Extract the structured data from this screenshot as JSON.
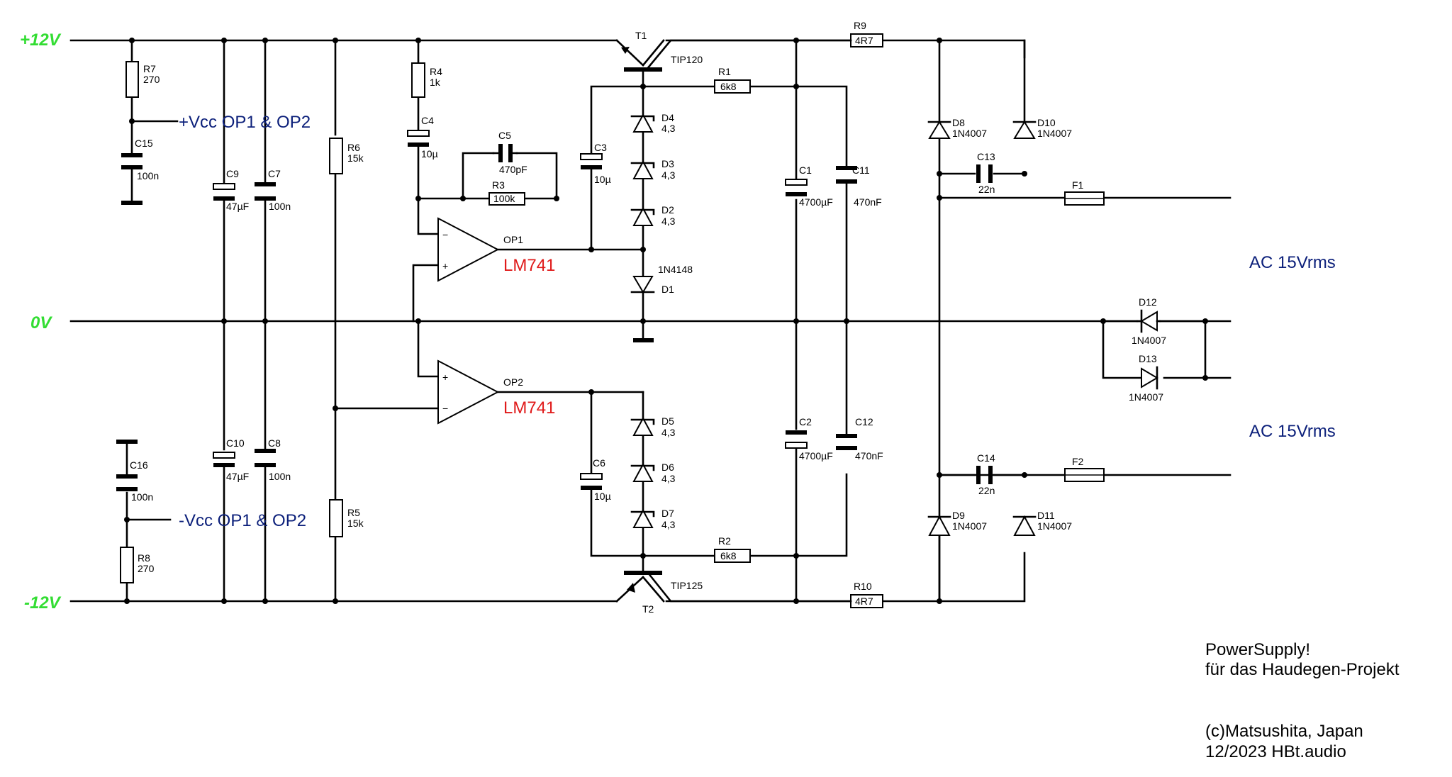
{
  "rails": {
    "pos": "+12V",
    "gnd": "0V",
    "neg": "-12V"
  },
  "vcc": {
    "pos": "+Vcc OP1 & OP2",
    "neg": "-Vcc OP1 & OP2"
  },
  "ac": {
    "top": "AC 15Vrms",
    "bottom": "AC 15Vrms"
  },
  "opamps": {
    "op1": {
      "ref": "OP1",
      "type": "LM741"
    },
    "op2": {
      "ref": "OP2",
      "type": "LM741"
    }
  },
  "transistors": {
    "t1": {
      "ref": "T1",
      "type": "TIP120"
    },
    "t2": {
      "ref": "T2",
      "type": "TIP125"
    }
  },
  "resistors": {
    "R1": {
      "ref": "R1",
      "value": "6k8"
    },
    "R2": {
      "ref": "R2",
      "value": "6k8"
    },
    "R3": {
      "ref": "R3",
      "value": "100k"
    },
    "R4": {
      "ref": "R4",
      "value": "1k"
    },
    "R5": {
      "ref": "R5",
      "value": "15k"
    },
    "R6": {
      "ref": "R6",
      "value": "15k"
    },
    "R7": {
      "ref": "R7",
      "value": "270"
    },
    "R8": {
      "ref": "R8",
      "value": "270"
    },
    "R9": {
      "ref": "R9",
      "value": "4R7"
    },
    "R10": {
      "ref": "R10",
      "value": "4R7"
    }
  },
  "capacitors": {
    "C1": {
      "ref": "C1",
      "value": "4700µF"
    },
    "C2": {
      "ref": "C2",
      "value": "4700µF"
    },
    "C3": {
      "ref": "C3",
      "value": "10µ"
    },
    "C4": {
      "ref": "C4",
      "value": "10µ"
    },
    "C5": {
      "ref": "C5",
      "value": "470pF"
    },
    "C6": {
      "ref": "C6",
      "value": "10µ"
    },
    "C7": {
      "ref": "C7",
      "value": "100n"
    },
    "C8": {
      "ref": "C8",
      "value": "100n"
    },
    "C9": {
      "ref": "C9",
      "value": "47µF"
    },
    "C10": {
      "ref": "C10",
      "value": "47µF"
    },
    "C11": {
      "ref": "C11",
      "value": "470nF"
    },
    "C12": {
      "ref": "C12",
      "value": "470nF"
    },
    "C13": {
      "ref": "C13",
      "value": "22n"
    },
    "C14": {
      "ref": "C14",
      "value": "22n"
    },
    "C15": {
      "ref": "C15",
      "value": "100n"
    },
    "C16": {
      "ref": "C16",
      "value": "100n"
    }
  },
  "diodes": {
    "D1": {
      "ref": "D1",
      "value": "1N4148"
    },
    "D2": {
      "ref": "D2",
      "value": "4,3"
    },
    "D3": {
      "ref": "D3",
      "value": "4,3"
    },
    "D4": {
      "ref": "D4",
      "value": "4,3"
    },
    "D5": {
      "ref": "D5",
      "value": "4,3"
    },
    "D6": {
      "ref": "D6",
      "value": "4,3"
    },
    "D7": {
      "ref": "D7",
      "value": "4,3"
    },
    "D8": {
      "ref": "D8",
      "value": "1N4007"
    },
    "D9": {
      "ref": "D9",
      "value": "1N4007"
    },
    "D10": {
      "ref": "D10",
      "value": "1N4007"
    },
    "D11": {
      "ref": "D11",
      "value": "1N4007"
    },
    "D12": {
      "ref": "D12",
      "value": "1N4007"
    },
    "D13": {
      "ref": "D13",
      "value": "1N4007"
    }
  },
  "fuses": {
    "F1": {
      "ref": "F1"
    },
    "F2": {
      "ref": "F2"
    }
  },
  "notes": {
    "line1": "PowerSupply!",
    "line2": "für das Haudegen-Projekt",
    "line3": "(c)Matsushita, Japan",
    "line4": "12/2023 HBt.audio"
  }
}
